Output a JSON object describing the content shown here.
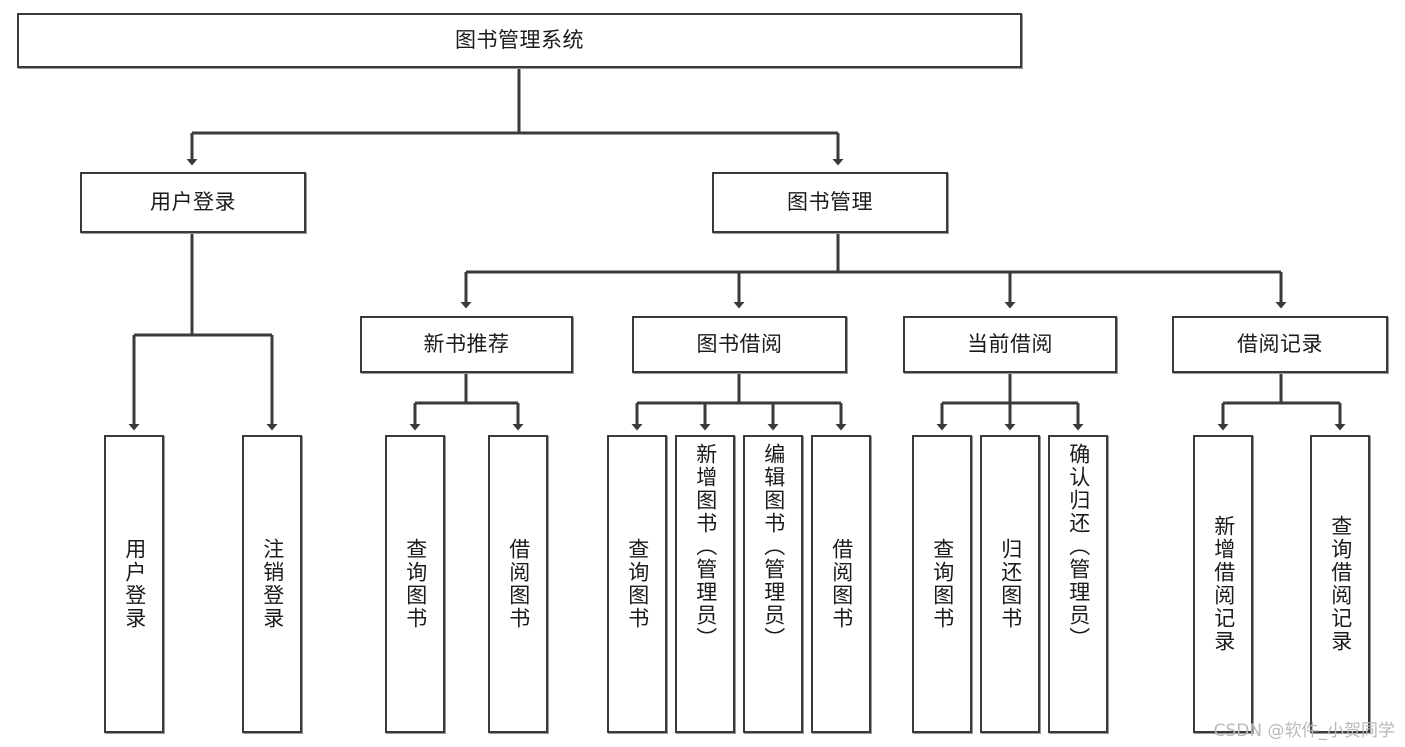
{
  "diagram": {
    "type": "tree",
    "title": "图书管理系统",
    "style": {
      "box_fill": "#ffffff",
      "box_border": "#3a3a3a",
      "line_color": "#3a3a3a",
      "text_color": "#1b1b1b",
      "background": "#ffffff",
      "watermark_color": "#b9b9b9"
    },
    "root": {
      "label": "图书管理系统"
    },
    "level2": [
      {
        "label": "用户登录"
      },
      {
        "label": "图书管理"
      }
    ],
    "level3": [
      {
        "label": "新书推荐"
      },
      {
        "label": "图书借阅"
      },
      {
        "label": "当前借阅"
      },
      {
        "label": "借阅记录"
      }
    ],
    "leaves": {
      "user_login": [
        {
          "label": "用户登录"
        },
        {
          "label": "注销登录"
        }
      ],
      "new_book_recommend": [
        {
          "label": "查询图书"
        },
        {
          "label": "借阅图书"
        }
      ],
      "book_borrow": [
        {
          "label": "查询图书"
        },
        {
          "label": "新增图书（管理员）"
        },
        {
          "label": "编辑图书（管理员）"
        },
        {
          "label": "借阅图书"
        }
      ],
      "current_borrow": [
        {
          "label": "查询图书"
        },
        {
          "label": "归还图书"
        },
        {
          "label": "确认归还（管理员）"
        }
      ],
      "borrow_record": [
        {
          "label": "新增借阅记录"
        },
        {
          "label": "查询借阅记录"
        }
      ]
    }
  },
  "watermark": {
    "text": "CSDN @软件_小贺同学"
  }
}
